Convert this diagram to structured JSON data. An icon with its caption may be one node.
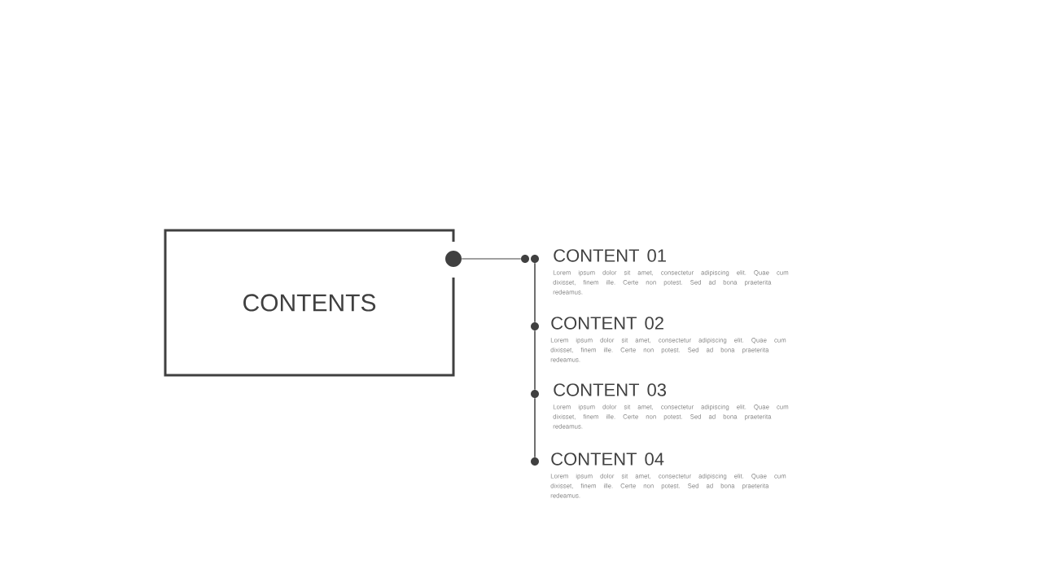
{
  "diagram": {
    "nodes": [
      {
        "text": [
          "CONTENTS"
        ]
      },
      {
        "text": [
          "CONTENT 01",
          "Lorem ipsum dolor sit amet, consectetur adipiscing elit. Quae cum dixisset, finem ille. Certe non potest. Sed ad bona praeterita redeamus."
        ]
      },
      {
        "text": [
          "CONTENT 02",
          "Lorem ipsum dolor sit amet, consectetur adipiscing elit. Quae cum dixisset, finem ille. Certe non potest. Sed ad bona praeterita redeamus."
        ]
      },
      {
        "text": [
          "CONTENT 03",
          "Lorem ipsum dolor sit amet, consectetur adipiscing elit. Quae cum dixisset, finem ille. Certe non potest. Sed ad bona praeterita redeamus."
        ]
      },
      {
        "text": [
          "CONTENT 04",
          "Lorem ipsum dolor sit amet, consectetur adipiscing elit. Quae cum dixisset, finem ille. Certe non potest. Sed ad bona praeterita redeamus."
        ]
      },
      {
        "text": [],
        "shape": "circle"
      },
      {
        "text": [],
        "shape": "circle"
      },
      {
        "text": [],
        "shape": "circle"
      },
      {
        "text": [],
        "shape": "circle"
      },
      {
        "text": [],
        "shape": "circle"
      },
      {
        "text": [],
        "shape": "circle"
      }
    ],
    "edges": [
      {
        "from": 5,
        "to": 6,
        "arrow": "none"
      },
      {
        "from": 7,
        "to": 8,
        "arrow": "none"
      },
      {
        "from": 8,
        "to": 9,
        "arrow": "none"
      },
      {
        "from": 9,
        "to": 10,
        "arrow": "none"
      }
    ]
  }
}
